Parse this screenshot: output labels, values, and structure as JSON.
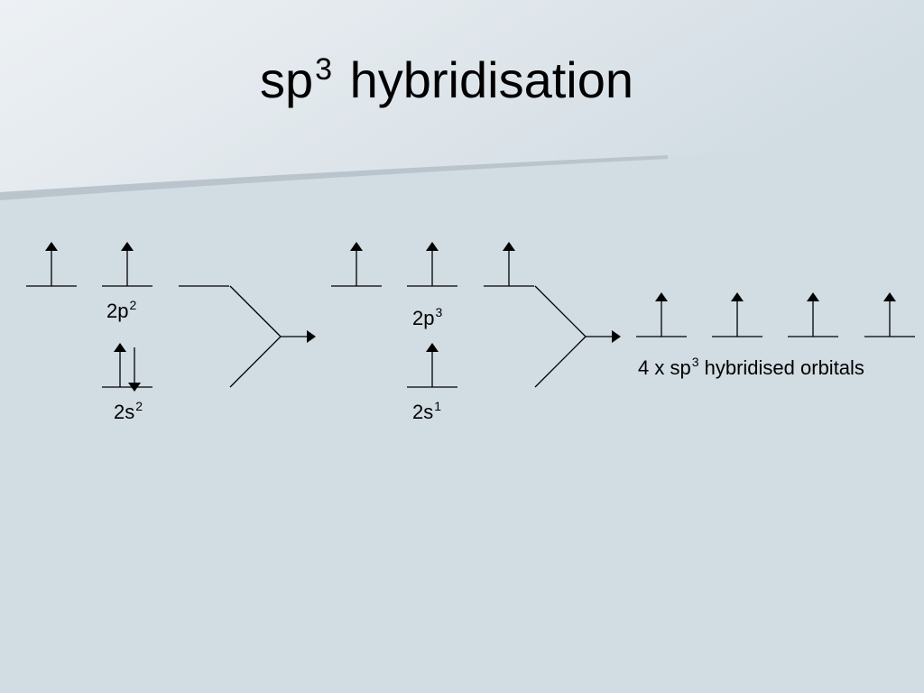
{
  "title": {
    "main": "sp",
    "sup": "3",
    "rest": " hybridisation"
  },
  "stage_ground": {
    "p_label": "2p",
    "p_sup": "2",
    "p_orbitals": [
      "up",
      "up",
      "empty"
    ],
    "s_label": "2s",
    "s_sup": "2",
    "s_orbital": "up-down"
  },
  "stage_excited": {
    "p_label": "2p",
    "p_sup": "3",
    "p_orbitals": [
      "up",
      "up",
      "up"
    ],
    "s_label": "2s",
    "s_sup": "1",
    "s_orbital": "up"
  },
  "stage_hybrid": {
    "orbitals": [
      "up",
      "up",
      "up",
      "up"
    ],
    "label_prefix": "4 x sp",
    "label_sup": "3",
    "label_suffix": " hybridised orbitals"
  },
  "colors": {
    "background": "#d1dce3",
    "header_light": "#eef2f5",
    "swoosh": "#b9c4cd",
    "ink": "#000000"
  }
}
